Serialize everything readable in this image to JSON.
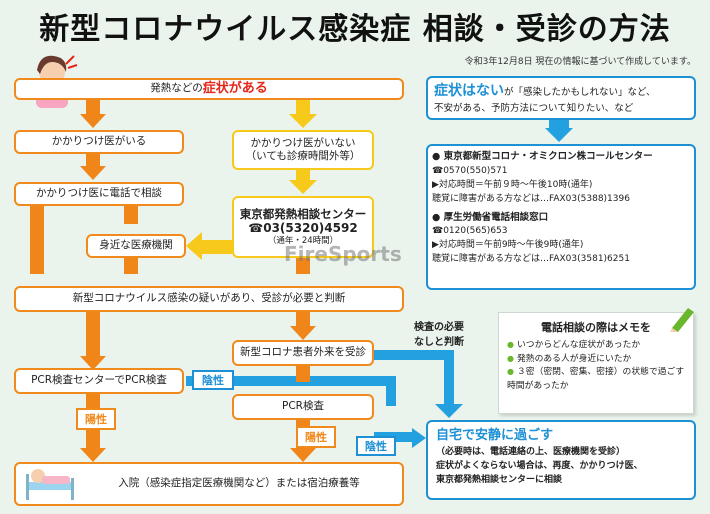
{
  "title": "新型コロナウイルス感染症 相談・受診の方法",
  "note": "令和3年12月8日 現在の情報に基づいて作成しています。",
  "symptoms_box": {
    "prefix": "発熱などの",
    "highlight": "症状がある"
  },
  "has_doctor": "かかりつけ医がいる",
  "no_doctor": "かかりつけ医がいない\n（いても診療時間外等）",
  "call_doctor": "かかりつけ医に電話で相談",
  "nearby_clinic": "身近な医療機関",
  "tokyo_center": {
    "title": "東京都発熱相談センター",
    "phone": "☎03(5320)4592",
    "hours": "（通年・24時間）"
  },
  "suspected": "新型コロナウイルス感染の疑いがあり、受診が必要と判断",
  "outpatient": "新型コロナ患者外来を受診",
  "pcr_center": "PCR検査センターでPCR検査",
  "pcr": "PCR検査",
  "positive": "陽性",
  "negative": "陰性",
  "no_test_needed": "検査の必要\nなしと判断",
  "hospital": "入院（感染症指定医療機関など）または宿泊療養等",
  "no_symptoms": {
    "highlight": "症状はない",
    "text1": "が「感染したかもしれない」など、",
    "text2": "不安がある、予防方法について知りたい、など"
  },
  "info": {
    "h1": "● 東京都新型コロナ・オミクロン株コールセンター",
    "p1": "☎0570(550)571",
    "t1": "▶対応時間＝午前９時〜午後10時(通年)",
    "d1": "聴覚に障害がある方などは…FAX03(5388)1396",
    "h2": "● 厚生労働省電話相談窓口",
    "p2": "☎0120(565)653",
    "t2": "▶対応時間＝午前9時〜午後9時(通年)",
    "d2": "聴覚に障害がある方などは…FAX03(3581)6251"
  },
  "memo": {
    "title": "電話相談の際はメモを",
    "items": [
      "いつからどんな症状があったか",
      "発熱のある人が身近にいたか",
      "３密（密閉、密集、密接）の状態で過ごす時間があったか"
    ]
  },
  "home": {
    "title": "自宅で安静に過ごす",
    "line1": "（必要時は、電話連絡の上、医療機関を受診）",
    "line2": "症状がよくならない場合は、再度、かかりつけ医、",
    "line3": "東京都発熱相談センターに相談"
  },
  "watermark": "FireSports",
  "colors": {
    "orange": "#f08a1c",
    "yellow": "#f6c91a",
    "blue": "#1e90d6",
    "red": "#e52619"
  }
}
